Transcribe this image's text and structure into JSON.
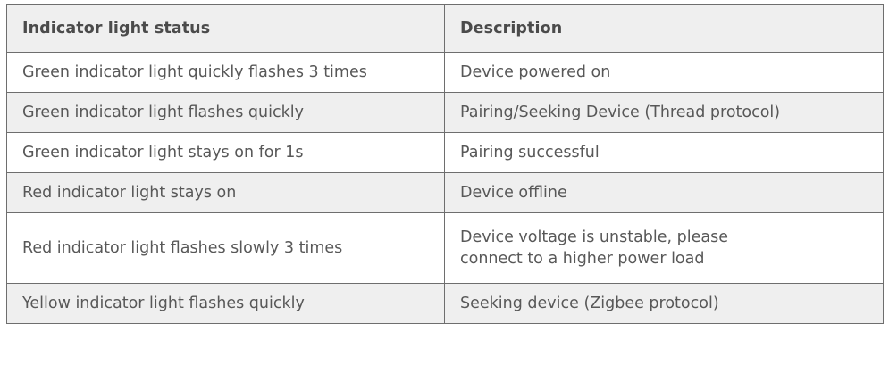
{
  "table": {
    "columns": [
      {
        "key": "status",
        "label": "Indicator light status"
      },
      {
        "key": "description",
        "label": "Description"
      }
    ],
    "rows": [
      {
        "status": "Green indicator light quickly flashes 3 times",
        "description": "Device powered on"
      },
      {
        "status": "Green indicator light flashes quickly",
        "description": "Pairing/Seeking Device (Thread protocol)"
      },
      {
        "status": "Green indicator light stays on for 1s",
        "description": "Pairing successful"
      },
      {
        "status": "Red indicator light stays on",
        "description": "Device offline"
      },
      {
        "status": "Red indicator light flashes slowly 3 times",
        "description_line1": "Device voltage is unstable, please",
        "description_line2": "connect to a higher power load"
      },
      {
        "status": "Yellow indicator light flashes quickly",
        "description": "Seeking device (Zigbee protocol)"
      }
    ]
  },
  "colors": {
    "border": "#6e6e6e",
    "header_background": "#efefef",
    "header_text": "#4b4b4b",
    "body_text": "#585858",
    "row_alt_background": "#efefef",
    "row_plain_background": "#ffffff"
  }
}
